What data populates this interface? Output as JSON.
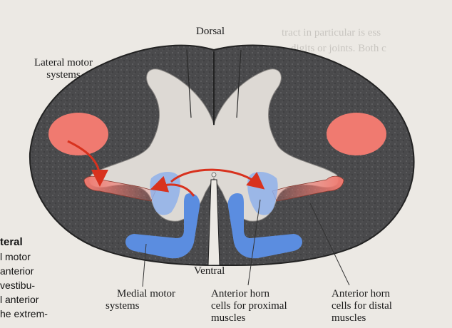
{
  "labels": {
    "dorsal": "Dorsal",
    "ventral": "Ventral",
    "lateral_motor_systems": [
      "Lateral motor",
      "systems"
    ],
    "medial_motor_systems": [
      "Medial motor",
      "systems"
    ],
    "anterior_horn_proximal": [
      "Anterior horn",
      "cells for proximal",
      "muscles"
    ],
    "anterior_horn_distal": [
      "Anterior horn",
      "cells for distal",
      "muscles"
    ]
  },
  "sidebar_text": {
    "heading": "teral",
    "lines": [
      "l motor",
      "anterior",
      "vestibu-",
      "l anterior",
      "he extrem-"
    ]
  },
  "background_page_text": [
    "tract in particular is ess",
    "digits or joints. Both c"
  ],
  "colors": {
    "gray_matter": "#ddd9d4",
    "white_matter": "#48484a",
    "lateral_system": "#f07a70",
    "medial_system": "#5b8de0",
    "arrow": "#d8321e"
  }
}
